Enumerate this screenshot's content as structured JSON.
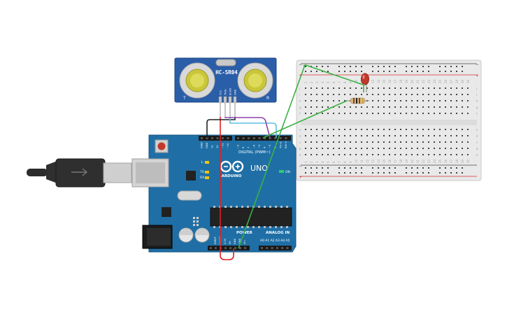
{
  "sensor": {
    "label": "HC-SR04",
    "pins": [
      "VCC",
      "TRIG",
      "ECHO",
      "GND"
    ],
    "side_marks": [
      "T",
      "R"
    ]
  },
  "arduino": {
    "uno_label": "UNO",
    "brand_label": "ARDUINO",
    "digital_label": "DIGITAL (PWM~)",
    "power_label": "POWER",
    "analog_label": "ANALOG IN",
    "on_label": "ON",
    "l_label": "L",
    "tx_label": "TX",
    "rx_label": "RX",
    "top_pins": [
      "AREF",
      "GND",
      "13",
      "12",
      "~11",
      "~10",
      "~9",
      "8",
      "7",
      "~6",
      "~5",
      "4",
      "~3",
      "2",
      "TX→1",
      "RX←0"
    ],
    "power_pins": [
      "IOREF",
      "RESET",
      "3.3V",
      "5V",
      "GND",
      "GND",
      "Vin"
    ],
    "analog_pins": [
      "A0",
      "A1",
      "A2",
      "A3",
      "A4",
      "A5"
    ]
  },
  "breadboard": {
    "row_letters_top": [
      "j",
      "i",
      "h",
      "g",
      "f"
    ],
    "row_letters_bottom": [
      "e",
      "d",
      "c",
      "b",
      "a"
    ],
    "minus": "−",
    "plus": "+"
  },
  "colors": {
    "board": "#1f6fa6",
    "sensor_board": "#2a5ea8",
    "wire_red": "#e02020",
    "wire_green": "#3cb043",
    "wire_black": "#222222",
    "wire_purple": "#8e44ad",
    "wire_cyan": "#5bc0de",
    "led": "#c0392b"
  }
}
